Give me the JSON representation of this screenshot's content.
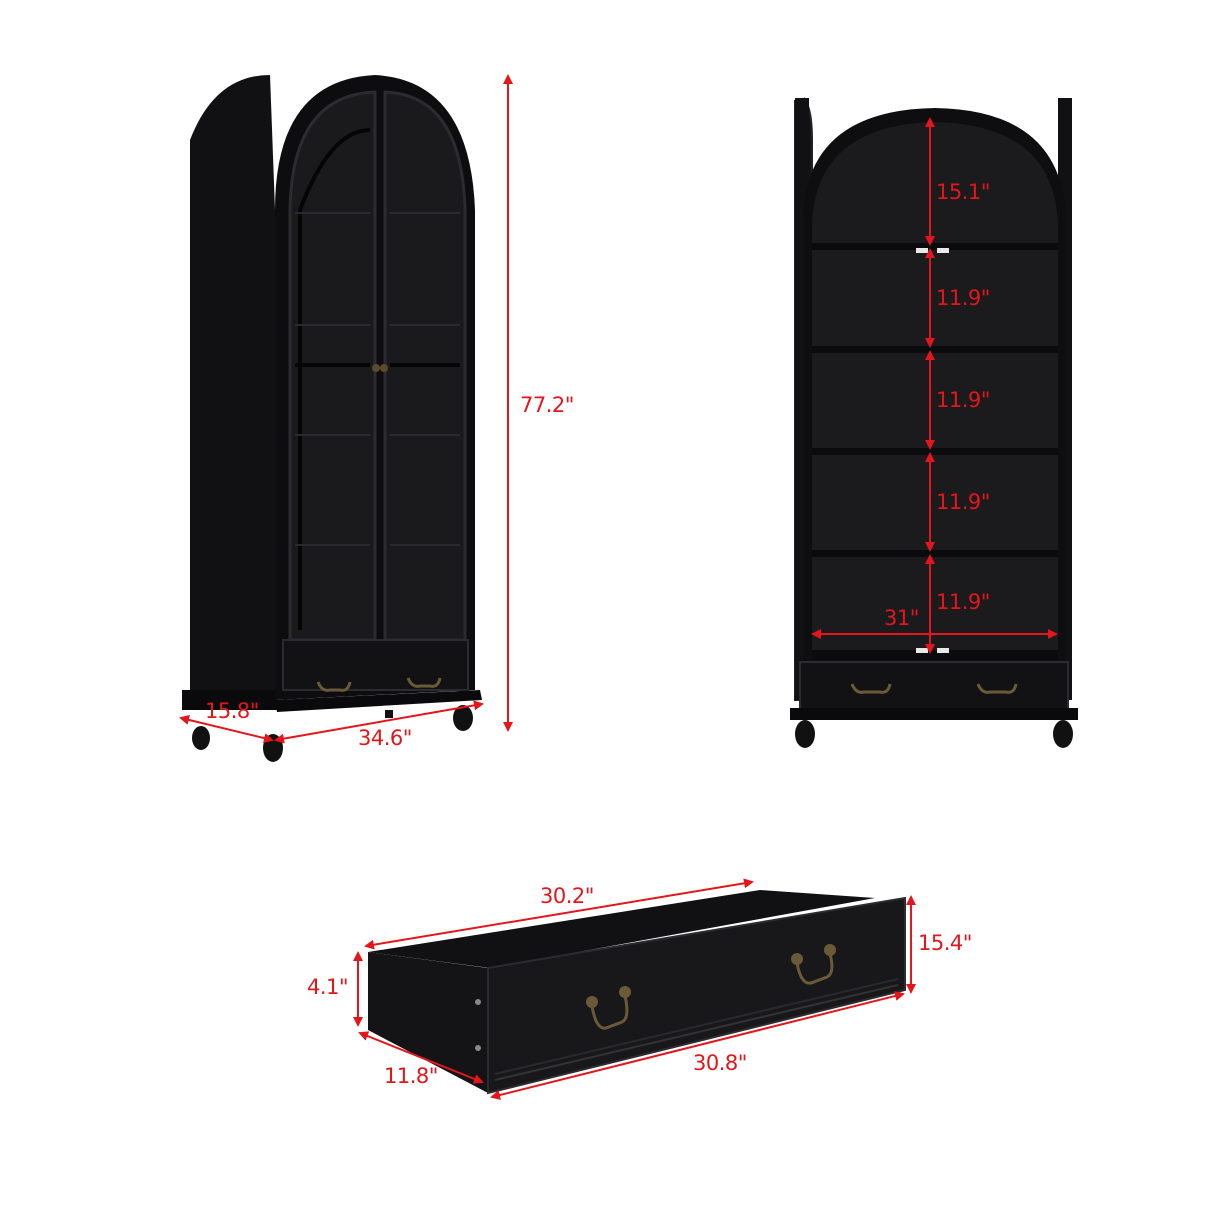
{
  "accent_color": "#e4161b",
  "furniture_color": "#0d0d0f",
  "views": {
    "front_angle": {
      "height": "77.2\"",
      "depth": "15.8\"",
      "width": "34.6\""
    },
    "front_open": {
      "top_section": "15.1\"",
      "shelf_1": "11.9\"",
      "shelf_2": "11.9\"",
      "shelf_3": "11.9\"",
      "shelf_4": "11.9\"",
      "inner_width": "31\""
    },
    "drawer": {
      "back_length": "30.2\"",
      "front_height": "15.4\"",
      "side_height": "4.1\"",
      "depth": "11.8\"",
      "front_length": "30.8\""
    }
  }
}
